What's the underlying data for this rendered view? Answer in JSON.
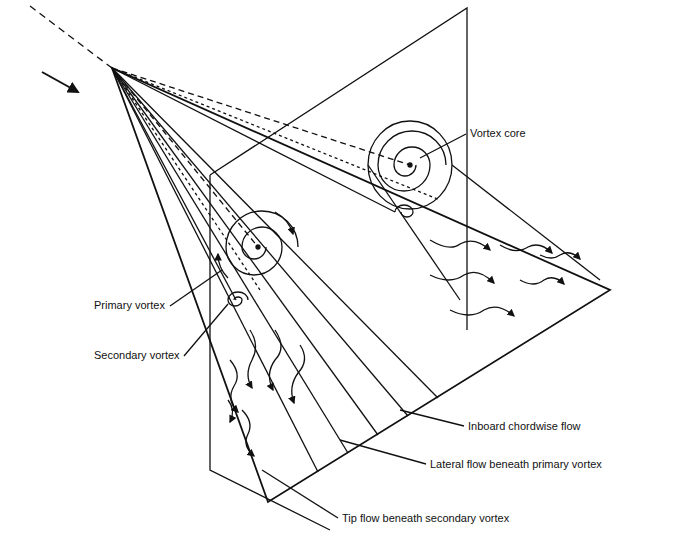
{
  "diagram": {
    "labels": [
      "Vortex core",
      "Primary vortex",
      "Secondary vortex",
      "Inboard chordwise flow",
      "Lateral flow beneath primary vortex",
      "Tip flow beneath secondary vortex"
    ]
  }
}
